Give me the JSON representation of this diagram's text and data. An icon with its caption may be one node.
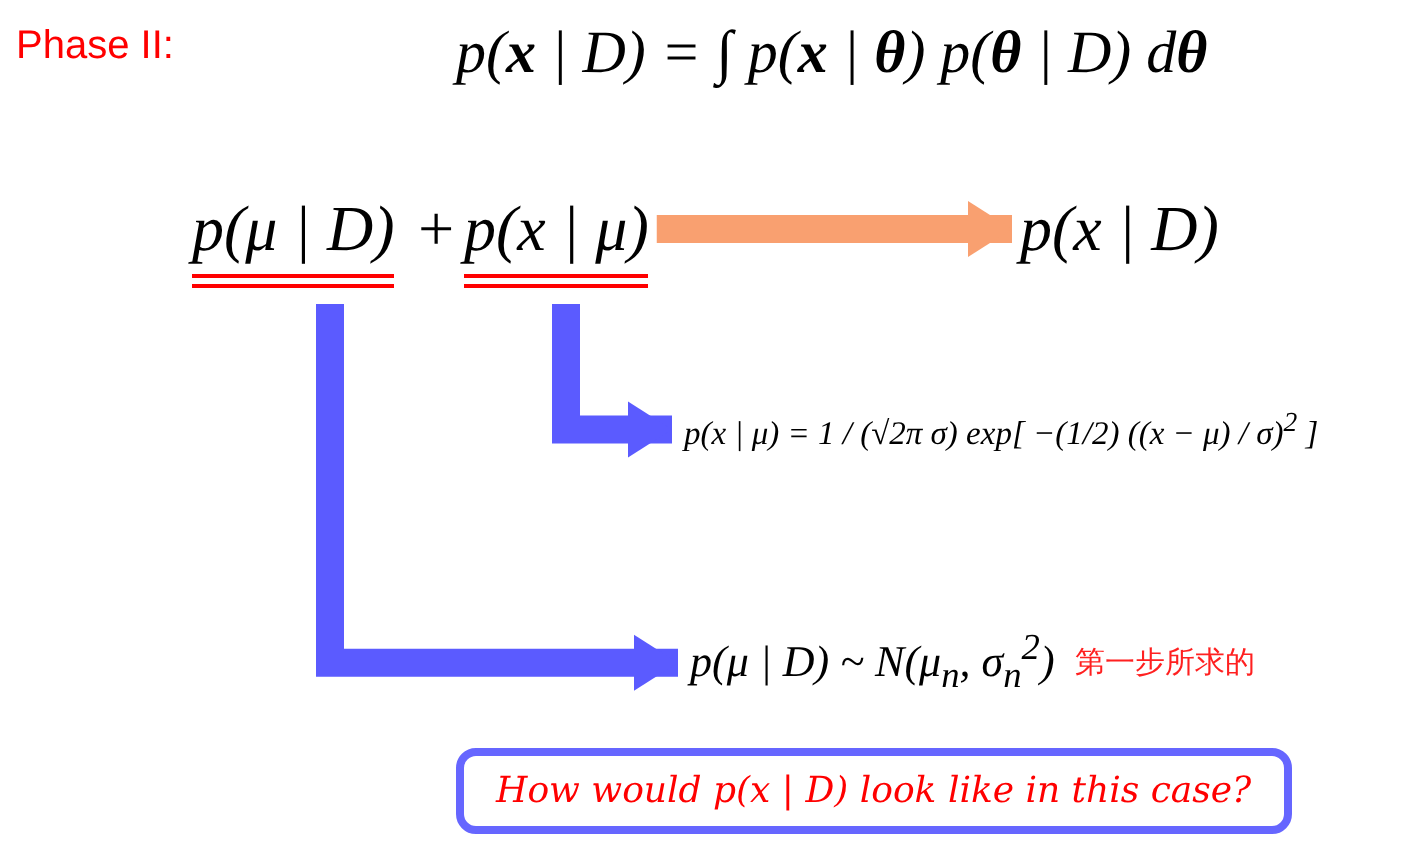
{
  "diagram": {
    "title": "Phase II:",
    "nodes": [
      {
        "text": [
          "p(μ | D)"
        ]
      },
      {
        "text": [
          "p(x | μ)"
        ]
      },
      {
        "text": [
          "p(x | D)"
        ]
      },
      {
        "text": [
          "p(x | μ) = 1 / (√2π σ) exp[ −(1/2) ((x − μ) / σ)$^{2}$ ]"
        ]
      },
      {
        "text": [
          "p(μ | D) ~ N(μ$_{n}$, σ$_{n}$$^{2}$)"
        ],
        "beside": [
          "第一步所求的"
        ]
      },
      {
        "text": [
          "How would p(x | D) look like in this case?"
        ]
      }
    ],
    "edges": [
      {
        "from": 0,
        "to": 4,
        "arrow": "to"
      },
      {
        "from": 1,
        "to": 3,
        "arrow": "to"
      },
      {
        "from": 1,
        "to": 2,
        "arrow": "to",
        "color": "#f9a070"
      }
    ],
    "labels": [
      "p(**x** | D) = ∫ p(**x** | **θ**) p(**θ** | D) d**θ**",
      "+"
    ]
  }
}
